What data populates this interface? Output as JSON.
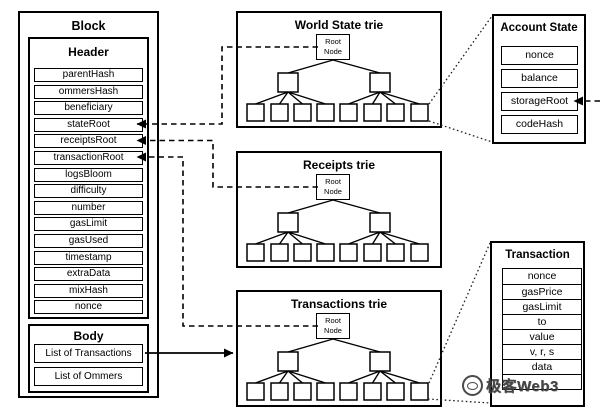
{
  "block": {
    "title": "Block",
    "header": {
      "title": "Header",
      "fields": [
        "parentHash",
        "ommersHash",
        "beneficiary",
        "stateRoot",
        "receiptsRoot",
        "transactionRoot",
        "logsBloom",
        "difficulty",
        "number",
        "gasLimit",
        "gasUsed",
        "timestamp",
        "extraData",
        "mixHash",
        "nonce"
      ]
    },
    "body": {
      "title": "Body",
      "items": [
        "List of Transactions",
        "List of Ommers"
      ]
    }
  },
  "tries": {
    "root_node_label": "Root Node",
    "world_state": {
      "title": "World State trie"
    },
    "receipts": {
      "title": "Receipts trie"
    },
    "transactions": {
      "title": "Transactions trie"
    }
  },
  "account_state": {
    "title": "Account State",
    "fields": [
      "nonce",
      "balance",
      "storageRoot",
      "codeHash"
    ]
  },
  "transaction": {
    "title": "Transaction",
    "fields": [
      "nonce",
      "gasPrice",
      "gasLimit",
      "to",
      "value",
      "v, r, s",
      "data",
      ""
    ]
  },
  "watermark": {
    "text": "极客Web3"
  },
  "relations": [
    {
      "from": "World State trie Root Node",
      "to": "stateRoot",
      "style": "dashed-arrow"
    },
    {
      "from": "Receipts trie Root Node",
      "to": "receiptsRoot",
      "style": "dashed-arrow"
    },
    {
      "from": "Transactions trie Root Node",
      "to": "transactionRoot",
      "style": "dashed-arrow"
    },
    {
      "from": "off-canvas right",
      "to": "storageRoot",
      "style": "dashed-arrow"
    },
    {
      "from": "List of Transactions",
      "to": "Transactions trie",
      "style": "solid-arrow"
    },
    {
      "from": "World State trie leaf",
      "to": "Account State",
      "style": "dotted-expansion"
    },
    {
      "from": "Transactions trie leaf",
      "to": "Transaction",
      "style": "dotted-expansion"
    }
  ],
  "colors": {
    "line": "#000000",
    "background": "#ffffff",
    "watermark": "#3a3a3a"
  }
}
